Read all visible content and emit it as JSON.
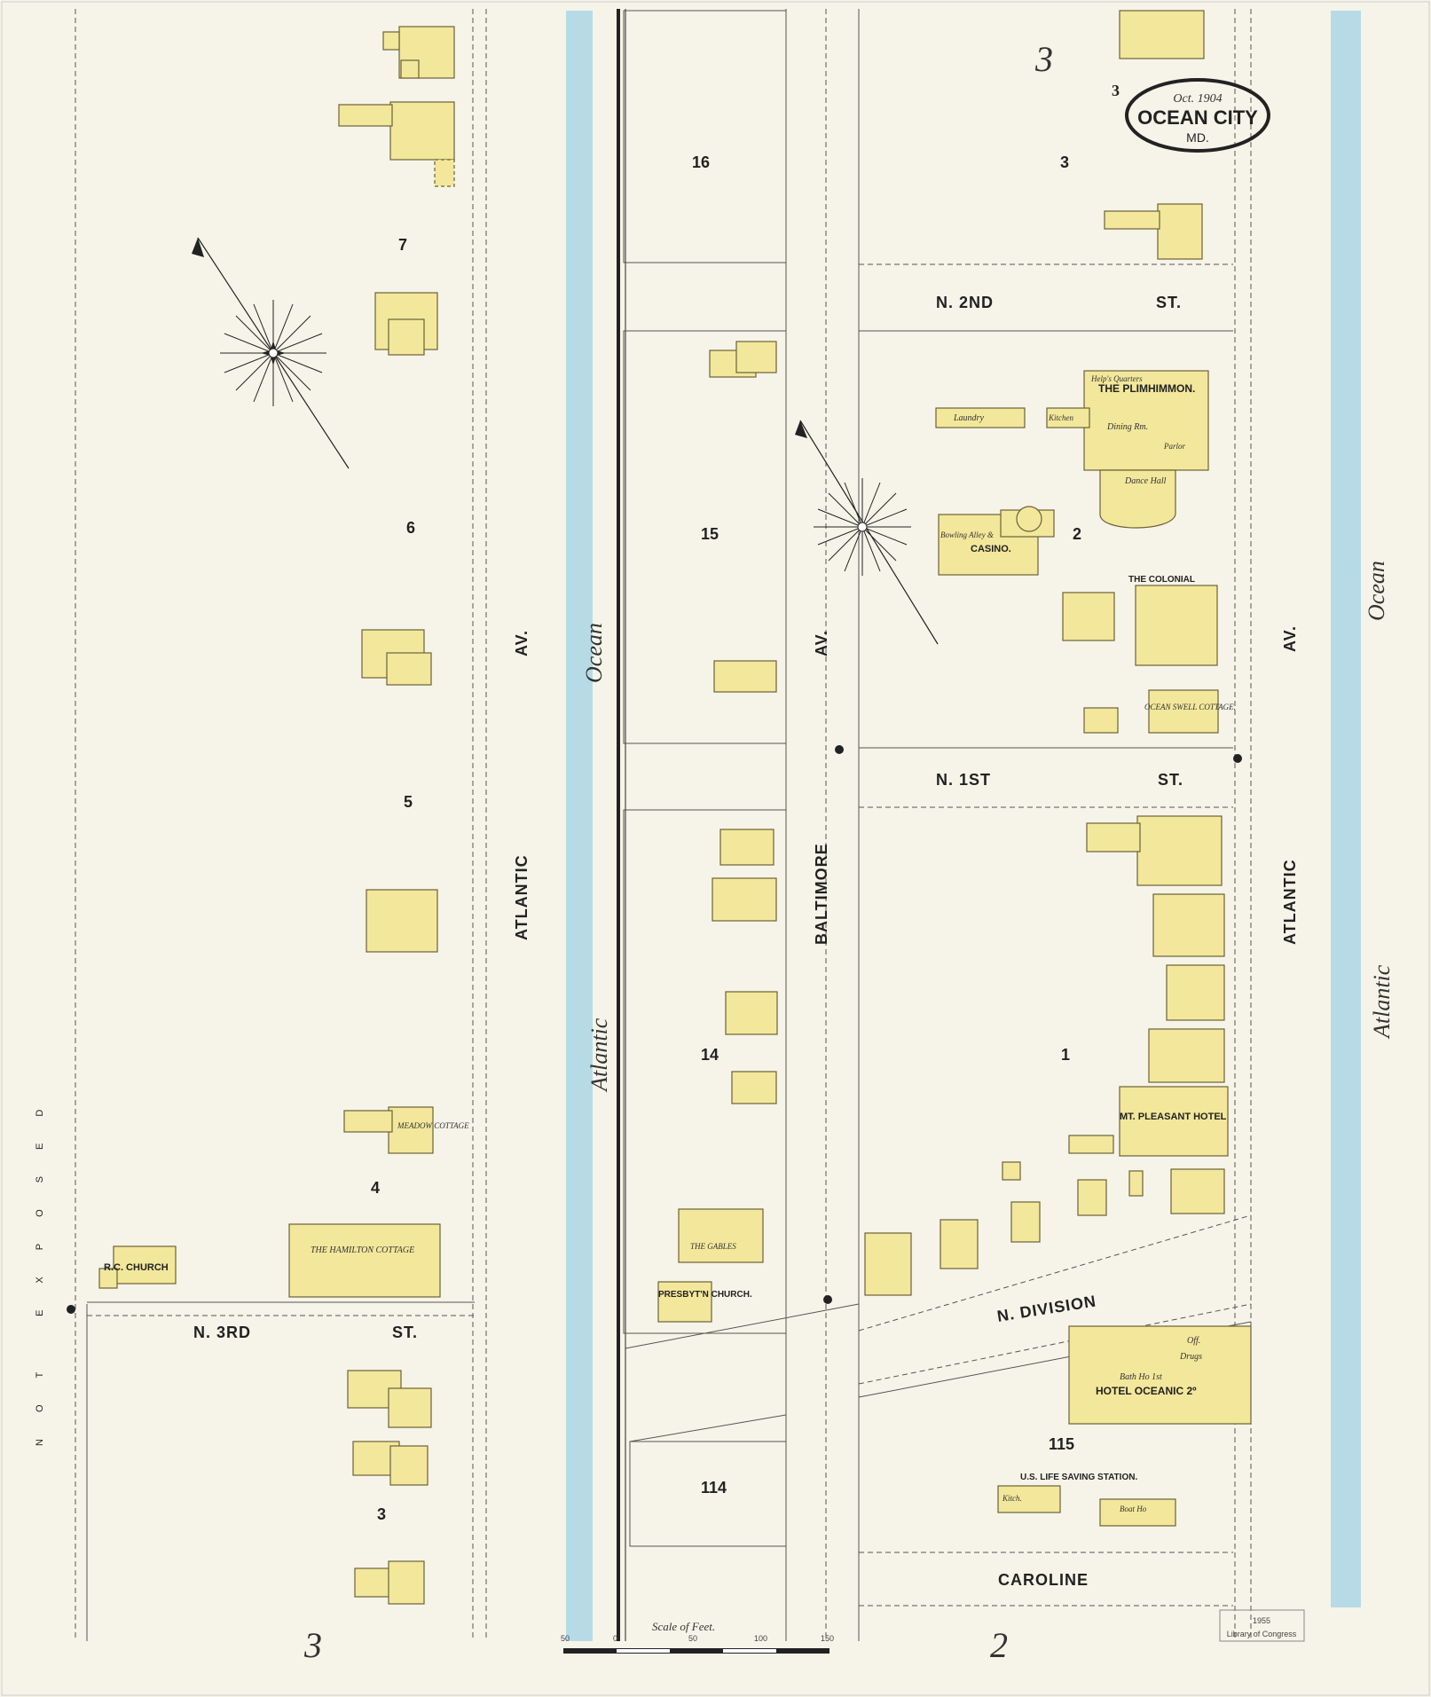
{
  "sheet_number": "3",
  "stamp": {
    "date": "Oct. 1904",
    "city": "OCEAN CITY",
    "state": "MD."
  },
  "corner_numbers": {
    "top": "3",
    "bottom_left": "3",
    "bottom_right": "2"
  },
  "streets": {
    "atlantic_av_left": "ATLANTIC",
    "atlantic_av_left_suffix": "AV.",
    "baltimore_av": "BALTIMORE",
    "baltimore_av_suffix": "AV.",
    "atlantic_av_right": "ATLANTIC",
    "atlantic_av_right_suffix": "AV.",
    "n2nd": "N. 2ND",
    "n2nd_suffix": "ST.",
    "n1st": "N. 1ST",
    "n1st_suffix": "ST.",
    "n3rd": "N. 3RD",
    "n3rd_suffix": "ST.",
    "n_division": "N. DIVISION",
    "caroline": "CAROLINE"
  },
  "water": {
    "ocean_left_a": "Ocean",
    "ocean_left_b": "Atlantic",
    "ocean_right_a": "Ocean",
    "ocean_right_b": "Atlantic"
  },
  "vertical_label": "NOT EXPOSED",
  "blocks": [
    "7",
    "6",
    "5",
    "4",
    "3",
    "16",
    "15",
    "14",
    "114",
    "3",
    "2",
    "1",
    "115"
  ],
  "buildings": {
    "rc_church": "R.C. CHURCH",
    "meadow_cottage": "MEADOW COTTAGE",
    "hamilton_cottage": "THE HAMILTON COTTAGE",
    "presbyterian": "PRESBYT'N CHURCH.",
    "gables": "THE GABLES",
    "plimhimmon": "THE PLIMHIMMON.",
    "helps_quarters": "Help's Quarters",
    "laundry": "Laundry",
    "kitchen": "Kitchen",
    "dining_rm": "Dining Rm.",
    "parlor": "Parlor",
    "dance_hall": "Dance Hall",
    "casino": "CASINO.",
    "bowling": "Bowling Alley &",
    "colonial": "THE COLONIAL",
    "ocean_swell": "OCEAN SWELL COTTAGE.",
    "mt_pleasant": "MT. PLEASANT HOTEL",
    "hotel_oceanic": "HOTEL OCEANIC 2º",
    "bath_ho": "Bath Ho 1st",
    "drugs": "Drugs",
    "off": "Off.",
    "life_saving": "U.S. LIFE SAVING STATION.",
    "boat_ho": "Boat Ho",
    "kitch": "Kitch."
  },
  "scale": {
    "label": "Scale of Feet.",
    "ticks": [
      "50",
      "0",
      "50",
      "100",
      "150"
    ]
  },
  "stamp_loc": "Library of Congress",
  "stamp_year": "1955"
}
